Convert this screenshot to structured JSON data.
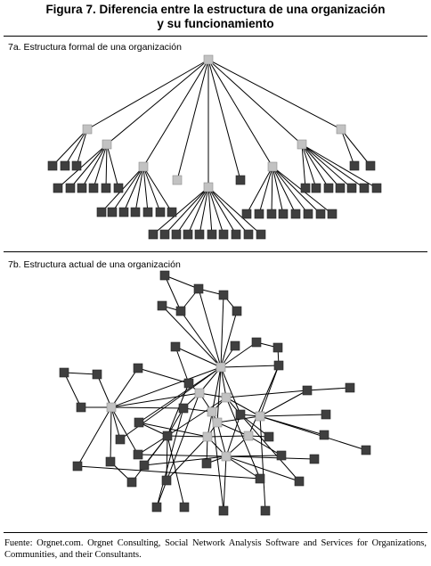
{
  "figure": {
    "title_line1": "Figura 7. Diferencia entre la estructura de una organización",
    "title_line2": "y su funcionamiento",
    "panel_a_label": "7a. Estructura formal de una organización",
    "panel_b_label": "7b. Estructura actual de una organización",
    "source": "Fuente: Orgnet.com. Orgnet Consulting, Social Network Analysis Software and Services for Organizations, Communities, and their Consultants."
  },
  "colors": {
    "dark_node": "#3f3f3f",
    "light_node": "#c2c2c2",
    "edge": "#000000",
    "rule": "#000000"
  }
}
